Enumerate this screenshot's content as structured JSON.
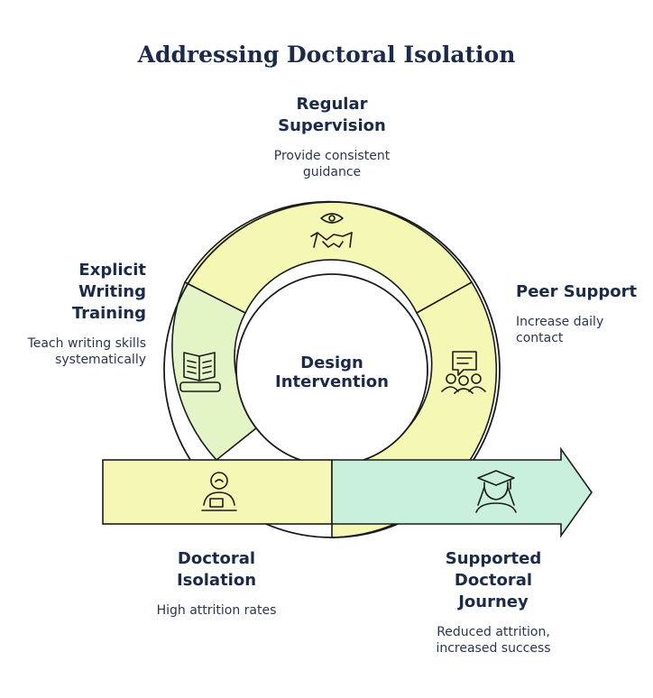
{
  "title": "Addressing Doctoral Isolation",
  "center": "Design Intervention",
  "stages": {
    "supervision": {
      "title": "Regular Supervision",
      "description": "Provide consistent guidance",
      "icon": "handshake-eye-icon"
    },
    "peer": {
      "title": "Peer Support",
      "description": "Increase daily contact",
      "icon": "group-chat-icon"
    },
    "writing": {
      "title": "Explicit Writing Training",
      "description": "Teach writing skills systematically",
      "icon": "open-book-icon"
    },
    "isolation": {
      "title": "Doctoral Isolation",
      "description": "High attrition rates",
      "icon": "person-at-desk-icon"
    },
    "journey": {
      "title": "Supported Doctoral Journey",
      "description": "Reduced attrition, increased success",
      "icon": "graduate-icon"
    }
  },
  "colors": {
    "yellow": "#f5f7b4",
    "green": "#d6f5c4",
    "teal": "#c9f0dc",
    "outline": "#1c1c1c",
    "text": "#1c2a4a"
  }
}
